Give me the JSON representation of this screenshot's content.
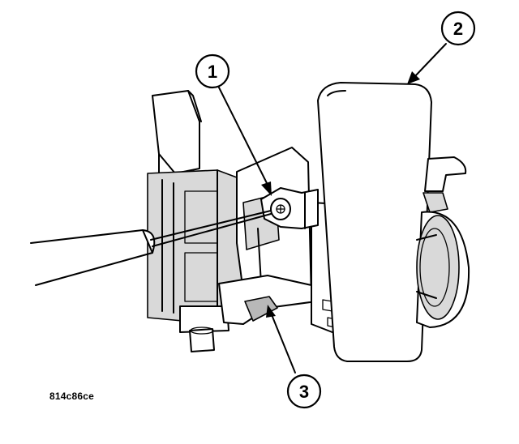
{
  "figure_id": "814c86ce",
  "callouts": [
    {
      "number": "1",
      "label_for": "fastener"
    },
    {
      "number": "2",
      "label_for": "module-cover"
    },
    {
      "number": "3",
      "label_for": "mounting-bracket"
    }
  ]
}
